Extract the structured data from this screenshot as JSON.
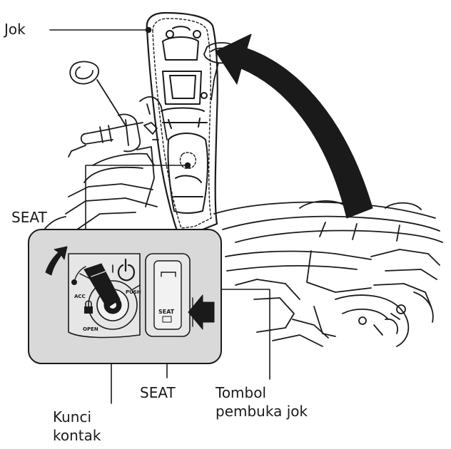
{
  "labels": {
    "jok": "Jok",
    "seat_top": "SEAT",
    "seat_bottom": "SEAT",
    "tombol_line1": "Tombol",
    "tombol_line2": "pembuka jok",
    "kunci_line1": "Kunci",
    "kunci_line2": "kontak"
  },
  "switch_markings": {
    "acc": "ACC",
    "open": "OPEN",
    "push": "PUSH",
    "button": "SEAT"
  },
  "icons": [
    "power-icon",
    "lock-icon",
    "key-icon",
    "push-arrow-icon",
    "rotate-arrow-icon"
  ],
  "colors": {
    "line": "#1a1a1a",
    "panel": "#d9d9d9",
    "panel_inner": "#e6e6e6",
    "background": "#ffffff"
  }
}
